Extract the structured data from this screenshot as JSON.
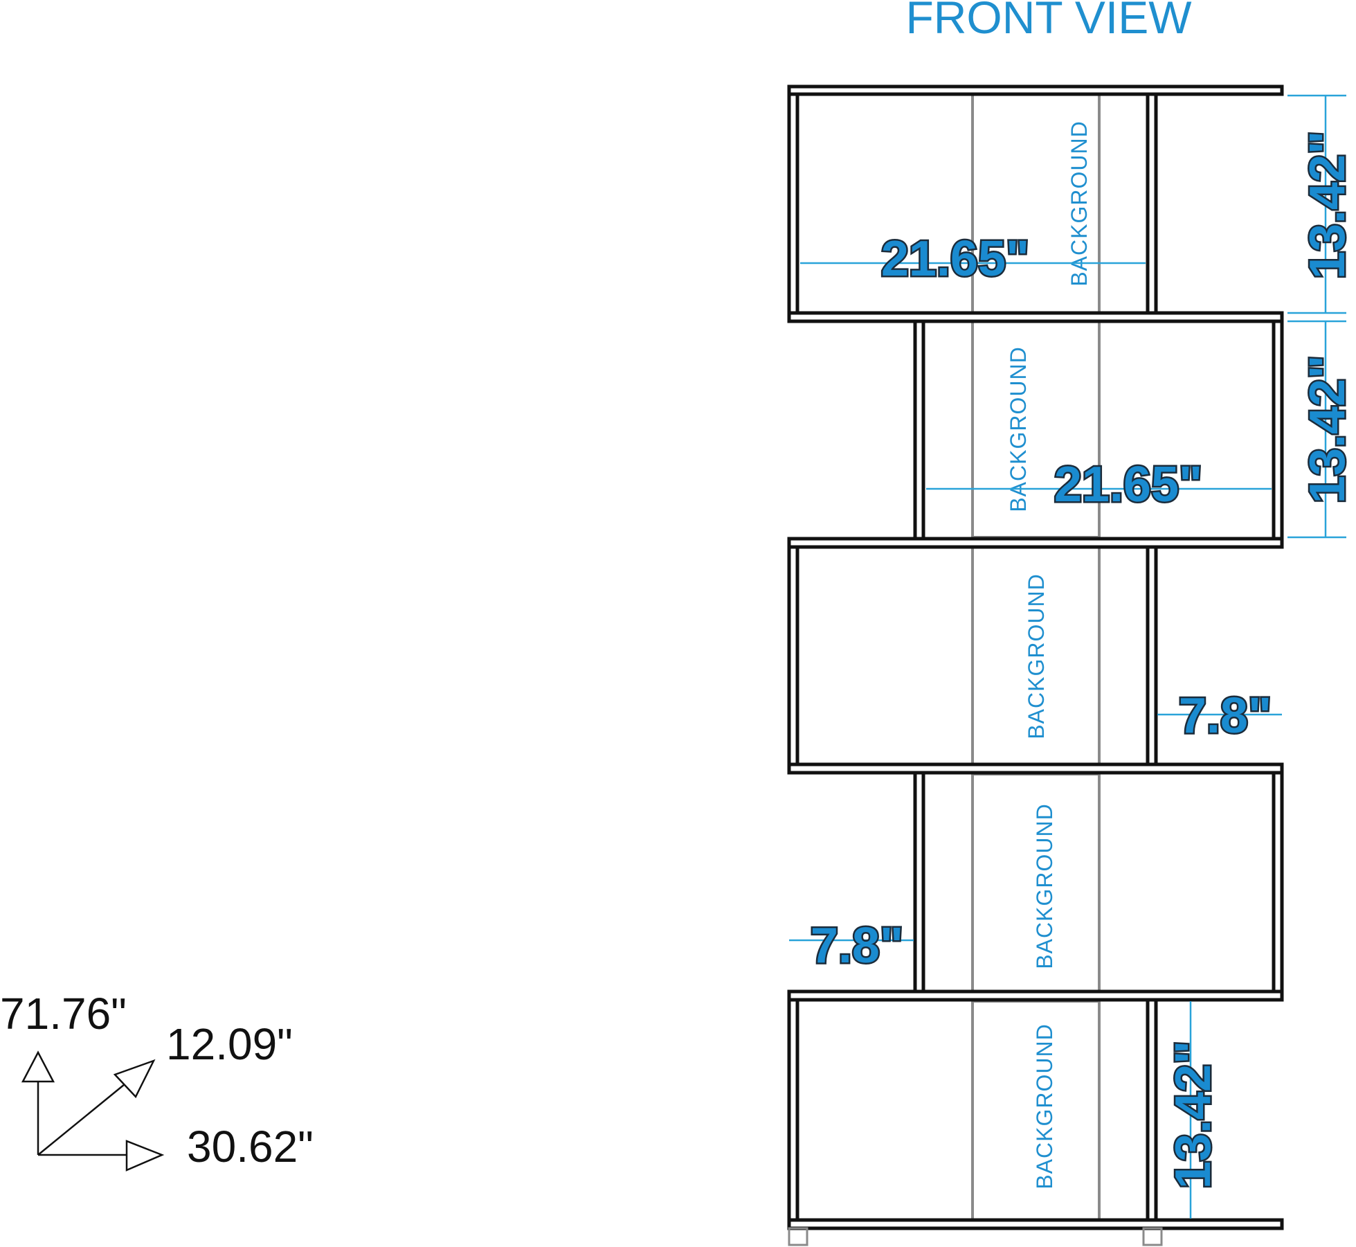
{
  "title": "FRONT VIEW",
  "background_label": "BACKGROUND",
  "dimensions": {
    "height_top": "13.42\"",
    "height_second": "13.42\"",
    "height_bottom": "13.42\"",
    "width_top": "21.65\"",
    "width_second": "21.65\"",
    "offset_right": "7.8\"",
    "offset_left": "7.8\""
  },
  "overall": {
    "height": "71.76\"",
    "depth": "12.09\"",
    "width": "30.62\""
  }
}
